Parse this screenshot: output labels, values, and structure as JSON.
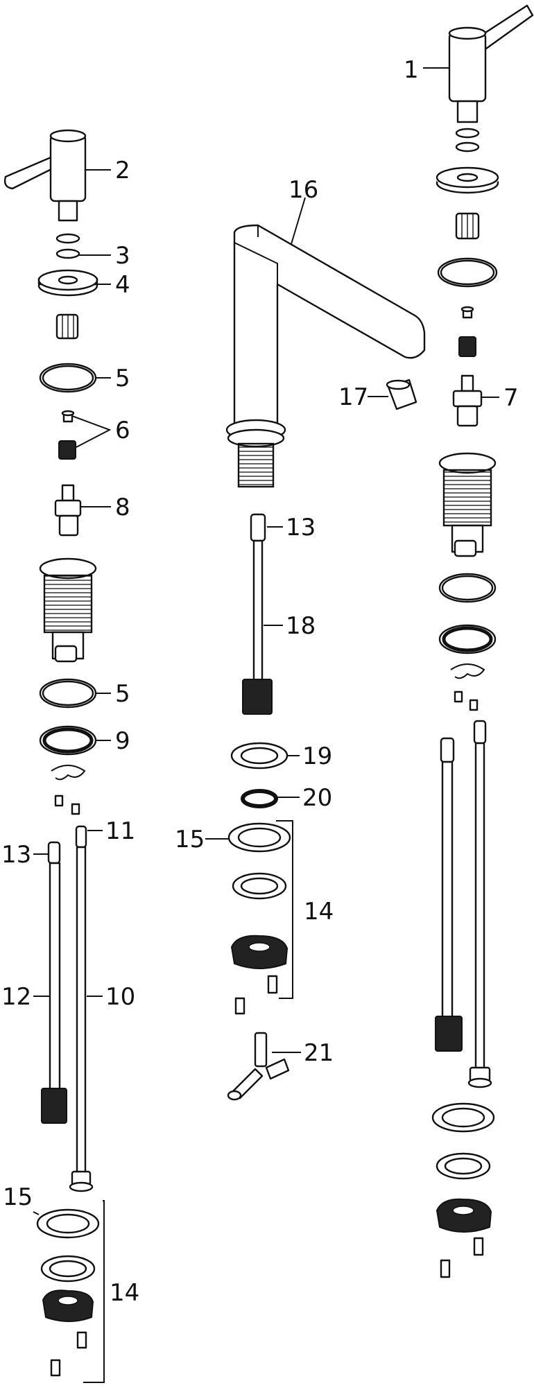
{
  "labels": {
    "n1": "1",
    "n2": "2",
    "n3": "3",
    "n4": "4",
    "n5a": "5",
    "n5b": "5",
    "n6": "6",
    "n7": "7",
    "n8": "8",
    "n9": "9",
    "n10": "10",
    "n11": "11",
    "n12": "12",
    "n13a": "13",
    "n13b": "13",
    "n14a": "14",
    "n14b": "14",
    "n15a": "15",
    "n15b": "15",
    "n16": "16",
    "n17": "17",
    "n18": "18",
    "n19": "19",
    "n20": "20",
    "n21": "21"
  }
}
